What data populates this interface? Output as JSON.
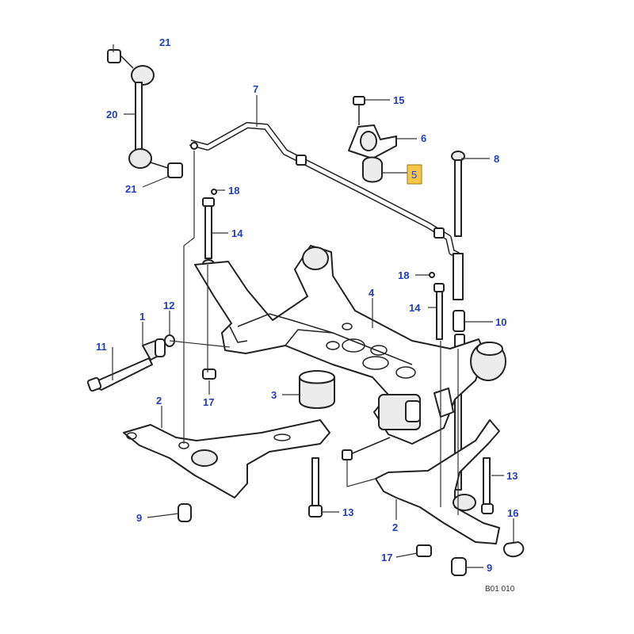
{
  "diagram": {
    "drawing_code": "B01 010",
    "highlighted_label": "5",
    "labels": {
      "p21_top": "21",
      "p20": "20",
      "p21": "21",
      "p7": "7",
      "p15": "15",
      "p6": "6",
      "p5": "5",
      "p8": "8",
      "p18_top": "18",
      "p14_top": "14",
      "p18_mid": "18",
      "p14_mid": "14",
      "p4": "4",
      "p10": "10",
      "p12": "12",
      "p1": "1",
      "p11": "11",
      "p17_left": "17",
      "p3": "3",
      "p2_left": "2",
      "p9_left": "9",
      "p13_mid": "13",
      "p13_right": "13",
      "p2_right": "2",
      "p16": "16",
      "p17_right": "17",
      "p9_right": "9"
    }
  }
}
